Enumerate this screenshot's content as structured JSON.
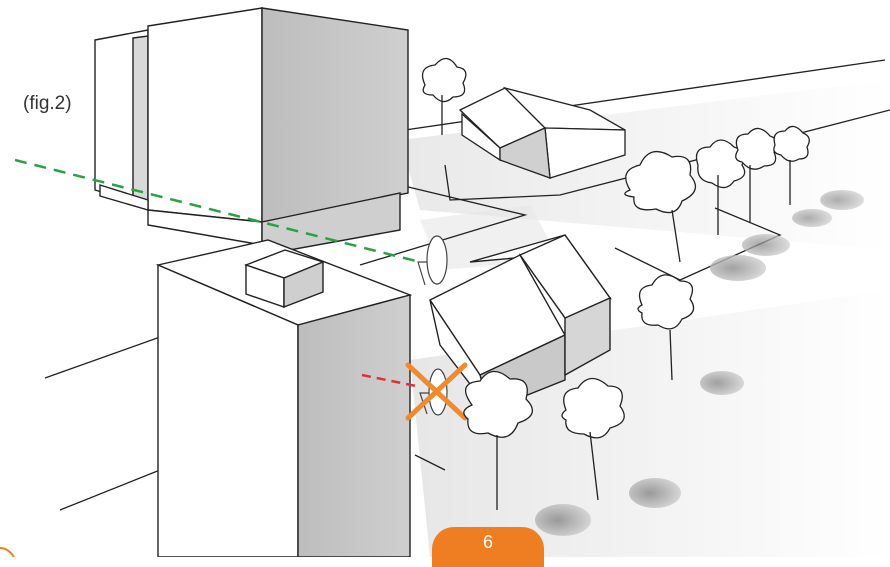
{
  "figure": {
    "label": "(fig.2)"
  },
  "page": {
    "number": "6"
  },
  "colors": {
    "accent": "#ef7d22",
    "signal_ok": "#2ea043",
    "signal_blocked": "#e0303a",
    "blocked_mark": "#ef8a2e",
    "building_side": "#c9c9c9",
    "outline": "#222222"
  },
  "icons": {
    "clear_line_of_sight": "green-dashed-line",
    "blocked_line_of_sight": "red-dashed-line",
    "blocked_mark": "cross-mark"
  }
}
